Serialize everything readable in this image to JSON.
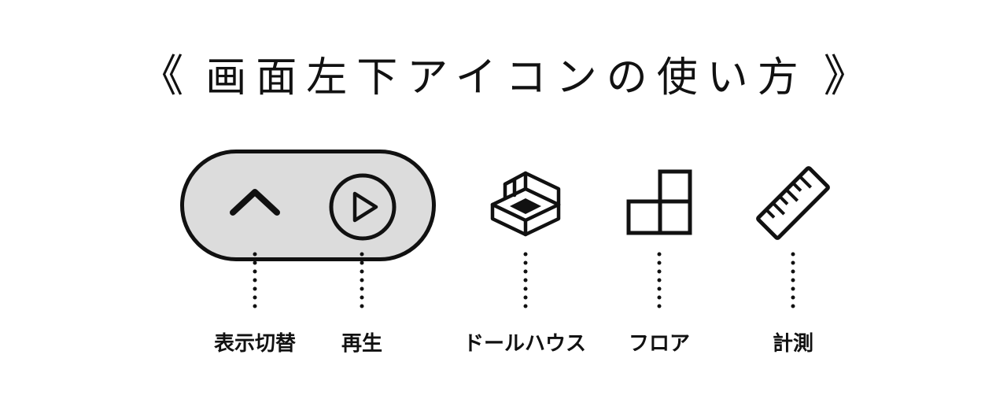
{
  "title": {
    "open": "《",
    "text": "画面左下アイコンの使い方",
    "close": "》"
  },
  "labels": {
    "toggle": "表示切替",
    "play": "再生",
    "dollhouse": "ドールハウス",
    "floor": "フロア",
    "measure": "計測"
  },
  "icons": {
    "toggle": "chevron-up-icon",
    "play": "play-circle-icon",
    "dollhouse": "dollhouse-icon",
    "floor": "floor-plan-icon",
    "measure": "ruler-icon"
  },
  "colors": {
    "ink": "#111111",
    "pill_fill": "#dcdcdc",
    "background": "#ffffff"
  }
}
